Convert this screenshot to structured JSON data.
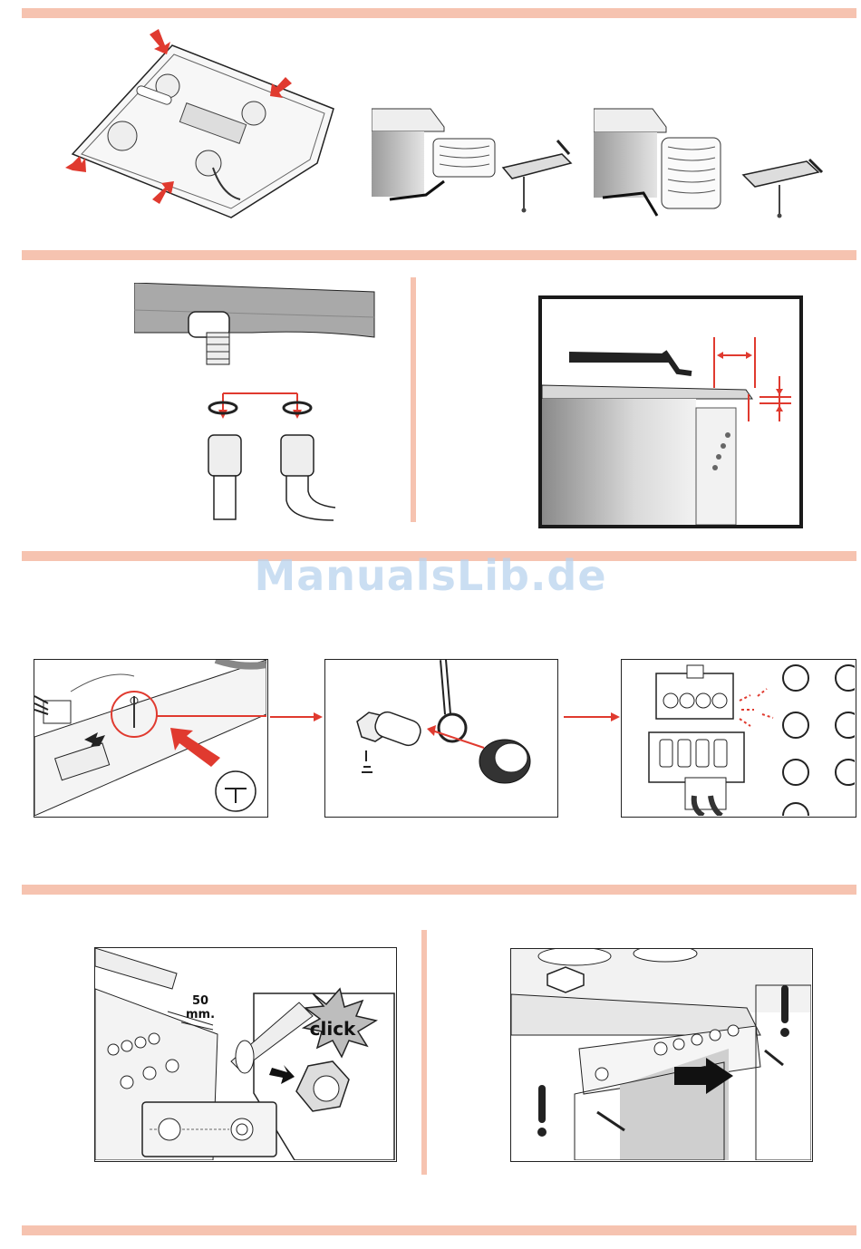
{
  "watermark": {
    "text": "ManualsLib.de"
  },
  "labels": {
    "clearance": "50 mm.",
    "clearance_value": "50",
    "clearance_unit": "mm.",
    "click": "click"
  },
  "colors": {
    "band": "#f6c3b0",
    "accent_red": "#e03a2f",
    "line": "#1a1a1a",
    "watermark": "#b9d3ee"
  },
  "icons": [
    "arrow-red-icon",
    "warning-exclamation-icon",
    "screw-icon",
    "ground-symbol-icon"
  ]
}
